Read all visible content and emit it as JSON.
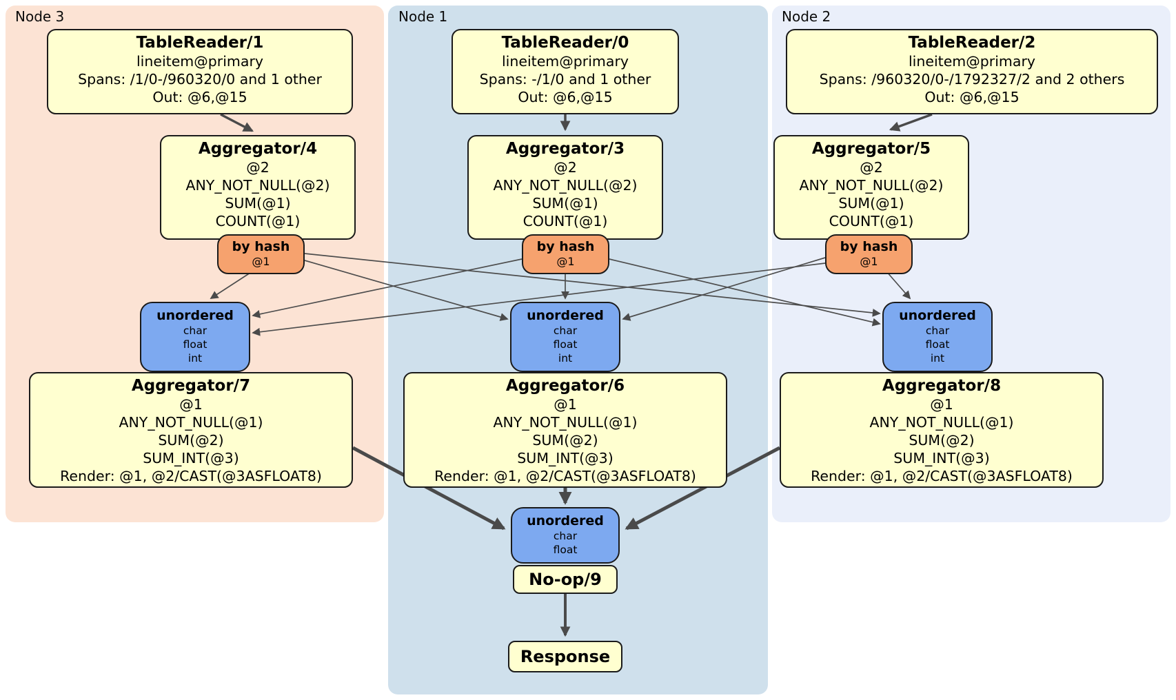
{
  "colors": {
    "node3_bg": "#fce3d4",
    "node1_bg": "#cfe0ec",
    "node2_bg": "#eaeffa",
    "processor_box_bg": "#ffffd0",
    "router_box_bg": "#f6a26e",
    "sync_box_bg": "#7da9f0",
    "box_border": "#1a1a1a",
    "edge_line": "#4a4a4a"
  },
  "node3": {
    "label": "Node 3",
    "tablereader": {
      "title": "TableReader/1",
      "rows": [
        "lineitem@primary",
        "Spans: /1/0-/960320/0 and 1 other",
        "Out: @6,@15"
      ]
    },
    "aggregator_top": {
      "title": "Aggregator/4",
      "rows": [
        "@2",
        "ANY_NOT_NULL(@2)",
        "SUM(@1)",
        "COUNT(@1)"
      ]
    },
    "router": {
      "title": "by hash",
      "detail": "@1"
    },
    "sync": {
      "title": "unordered",
      "rows": [
        "char",
        "float",
        "int"
      ]
    },
    "aggregator_final": {
      "title": "Aggregator/7",
      "rows": [
        "@1",
        "ANY_NOT_NULL(@1)",
        "SUM(@2)",
        "SUM_INT(@3)",
        "Render: @1, @2/CAST(@3ASFLOAT8)"
      ]
    }
  },
  "node1": {
    "label": "Node 1",
    "tablereader": {
      "title": "TableReader/0",
      "rows": [
        "lineitem@primary",
        "Spans: -/1/0 and 1 other",
        "Out: @6,@15"
      ]
    },
    "aggregator_top": {
      "title": "Aggregator/3",
      "rows": [
        "@2",
        "ANY_NOT_NULL(@2)",
        "SUM(@1)",
        "COUNT(@1)"
      ]
    },
    "router": {
      "title": "by hash",
      "detail": "@1"
    },
    "sync": {
      "title": "unordered",
      "rows": [
        "char",
        "float",
        "int"
      ]
    },
    "aggregator_final": {
      "title": "Aggregator/6",
      "rows": [
        "@1",
        "ANY_NOT_NULL(@1)",
        "SUM(@2)",
        "SUM_INT(@3)",
        "Render: @1, @2/CAST(@3ASFLOAT8)"
      ]
    },
    "sync_final": {
      "title": "unordered",
      "rows": [
        "char",
        "float"
      ]
    },
    "noop": {
      "title": "No-op/9"
    },
    "response": {
      "title": "Response"
    }
  },
  "node2": {
    "label": "Node 2",
    "tablereader": {
      "title": "TableReader/2",
      "rows": [
        "lineitem@primary",
        "Spans: /960320/0-/1792327/2 and 2 others",
        "Out: @6,@15"
      ]
    },
    "aggregator_top": {
      "title": "Aggregator/5",
      "rows": [
        "@2",
        "ANY_NOT_NULL(@2)",
        "SUM(@1)",
        "COUNT(@1)"
      ]
    },
    "router": {
      "title": "by hash",
      "detail": "@1"
    },
    "sync": {
      "title": "unordered",
      "rows": [
        "char",
        "float",
        "int"
      ]
    },
    "aggregator_final": {
      "title": "Aggregator/8",
      "rows": [
        "@1",
        "ANY_NOT_NULL(@1)",
        "SUM(@2)",
        "SUM_INT(@3)",
        "Render: @1, @2/CAST(@3ASFLOAT8)"
      ]
    }
  },
  "edges": [
    {
      "from": "TableReader/1",
      "to": "Aggregator/4"
    },
    {
      "from": "TableReader/0",
      "to": "Aggregator/3"
    },
    {
      "from": "TableReader/2",
      "to": "Aggregator/5"
    },
    {
      "from": "by hash (Node 3)",
      "to": "unordered (Node 3)"
    },
    {
      "from": "by hash (Node 3)",
      "to": "unordered (Node 1)"
    },
    {
      "from": "by hash (Node 3)",
      "to": "unordered (Node 2)"
    },
    {
      "from": "by hash (Node 1)",
      "to": "unordered (Node 3)"
    },
    {
      "from": "by hash (Node 1)",
      "to": "unordered (Node 1)"
    },
    {
      "from": "by hash (Node 1)",
      "to": "unordered (Node 2)"
    },
    {
      "from": "by hash (Node 2)",
      "to": "unordered (Node 3)"
    },
    {
      "from": "by hash (Node 2)",
      "to": "unordered (Node 1)"
    },
    {
      "from": "by hash (Node 2)",
      "to": "unordered (Node 2)"
    },
    {
      "from": "Aggregator/7",
      "to": "unordered final (Node 1)"
    },
    {
      "from": "Aggregator/6",
      "to": "unordered final (Node 1)"
    },
    {
      "from": "Aggregator/8",
      "to": "unordered final (Node 1)"
    },
    {
      "from": "No-op/9",
      "to": "Response"
    }
  ]
}
